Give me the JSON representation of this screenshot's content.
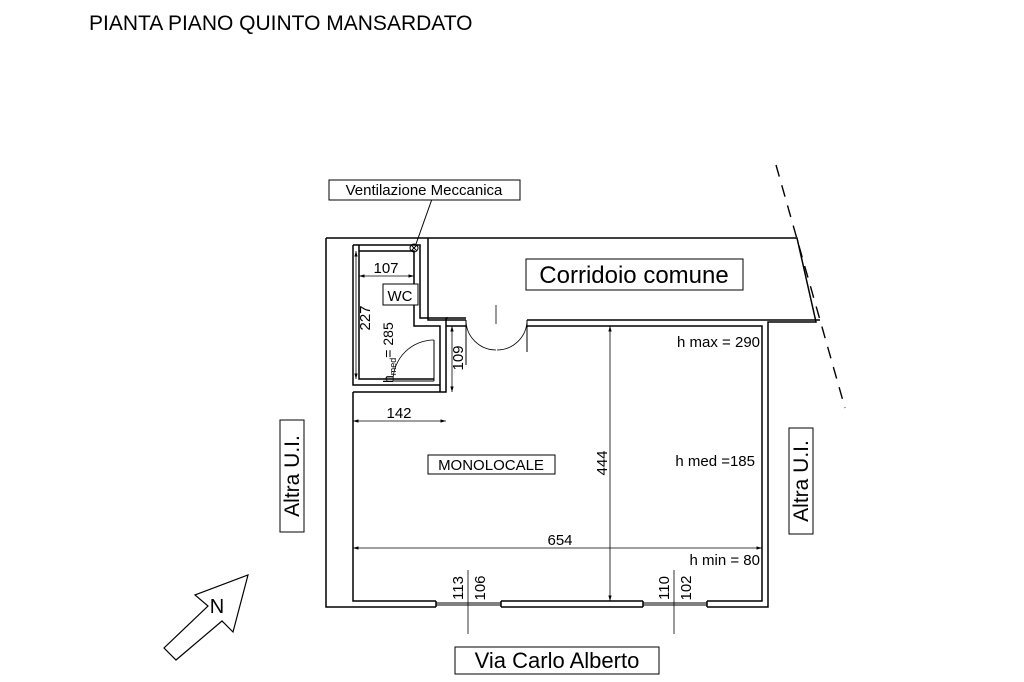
{
  "title": "PIANTA PIANO QUINTO MANSARDATO",
  "labels": {
    "ventilation": "Ventilazione Meccanica",
    "corridor": "Corridoio comune",
    "wc": "WC",
    "room": "MONOLOCALE",
    "other_unit_left": "Altra U.I.",
    "other_unit_right": "Altra U.I.",
    "street": "Via Carlo Alberto",
    "north": "N"
  },
  "heights": {
    "h_max": "h max = 290",
    "h_med": "h med =185",
    "h_min": "h min = 80",
    "wc_h_med_prefix": "h",
    "wc_h_med_sub": "med",
    "wc_h_med_value": "= 285"
  },
  "dimensions": {
    "wc_width": "107",
    "wc_depth": "227",
    "door_width": "109",
    "entry_width": "142",
    "room_depth": "444",
    "room_width": "654",
    "window1_outer": "113",
    "window1_inner": "106",
    "window2_outer": "110",
    "window2_inner": "102"
  }
}
